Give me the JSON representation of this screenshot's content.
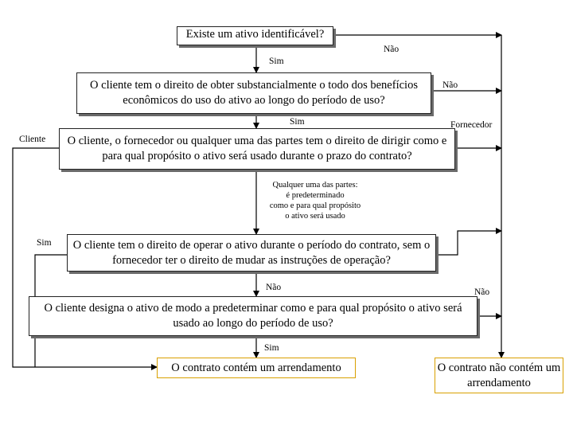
{
  "boxes": {
    "q1": "Existe um ativo identificável?",
    "q2": "O cliente tem o direito de obter substancialmente o todo dos benefícios econômicos do uso do ativo ao longo do período de uso?",
    "q3": "O cliente, o fornecedor ou qualquer uma das partes tem o direito de dirigir como e para qual propósito o ativo será usado durante o prazo do contrato?",
    "q4": "O cliente tem o direito de operar o ativo durante o período do contrato, sem o fornecedor ter o direito de mudar as instruções de operação?",
    "q5": "O cliente designa o ativo de modo a predeterminar como e para qual propósito o ativo será usado ao longo do período de uso?",
    "yes_outcome": "O contrato contém um arrendamento",
    "no_outcome": "O contrato não contém um arrendamento"
  },
  "labels": {
    "nao_1": "Não",
    "sim_1": "Sim",
    "nao_2": "Não",
    "sim_2": "Sim",
    "fornecedor": "Fornecedor",
    "cliente": "Cliente",
    "qualquer_line1": "Qualquer uma das partes:",
    "qualquer_line2": "é predeterminado",
    "qualquer_line3": "como e para qual propósito",
    "qualquer_line4": "o ativo será usado",
    "sim_3": "Sim",
    "nao_3": "Não",
    "nao_4": "Não",
    "sim_4": "Sim"
  },
  "colors": {
    "outcome_border": "#d9a000",
    "shadow": "#6a6a6a",
    "line": "#000000"
  }
}
